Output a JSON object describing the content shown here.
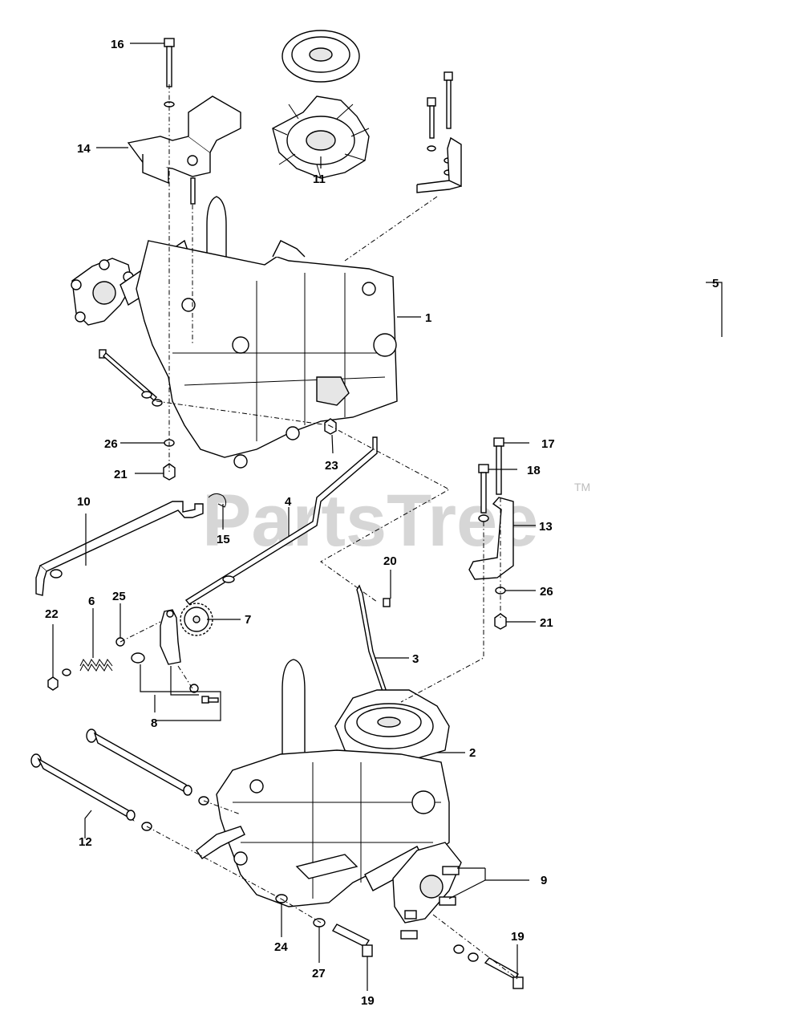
{
  "watermark": {
    "text": "PartsTree",
    "tm": "TM"
  },
  "callouts": {
    "c1": "1",
    "c2": "2",
    "c3": "3",
    "c4": "4",
    "c5": "5",
    "c6": "6",
    "c7": "7",
    "c8": "8",
    "c9": "9",
    "c10": "10",
    "c11": "11",
    "c12": "12",
    "c13": "13",
    "c14": "14",
    "c15": "15",
    "c16": "16",
    "c17": "17",
    "c18": "18",
    "c19a": "19",
    "c19b": "19",
    "c20": "20",
    "c21a": "21",
    "c21b": "21",
    "c22": "22",
    "c23": "23",
    "c24": "24",
    "c25": "25",
    "c26a": "26",
    "c26b": "26",
    "c27": "27"
  }
}
